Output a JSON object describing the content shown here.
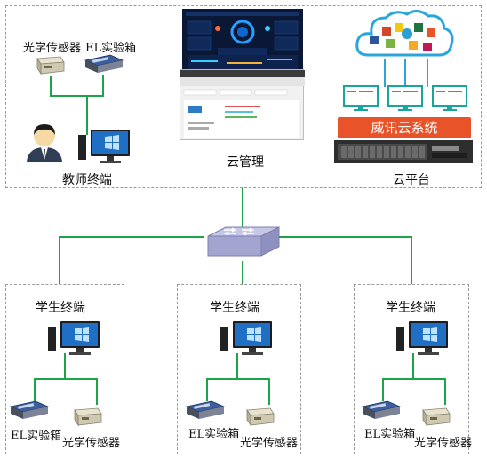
{
  "top": {
    "teacher": {
      "sensor_label": "光学传感器",
      "el_label": "EL实验箱",
      "terminal_label": "教师终端"
    },
    "cloud_management": {
      "label": "云管理"
    },
    "cloud_platform": {
      "banner": "威讯云系统",
      "label": "云平台"
    }
  },
  "students": [
    {
      "terminal_label": "学生终端",
      "el_label": "EL实验箱",
      "sensor_label": "光学传感器"
    },
    {
      "terminal_label": "学生终端",
      "el_label": "EL实验箱",
      "sensor_label": "光学传感器"
    },
    {
      "terminal_label": "学生终端",
      "el_label": "EL实验箱",
      "sensor_label": "光学传感器"
    }
  ],
  "colors": {
    "connector": "#1ea34a",
    "banner": "#e8532a",
    "cloud": "#2aa6dc",
    "switch": "#9e9fc8"
  }
}
